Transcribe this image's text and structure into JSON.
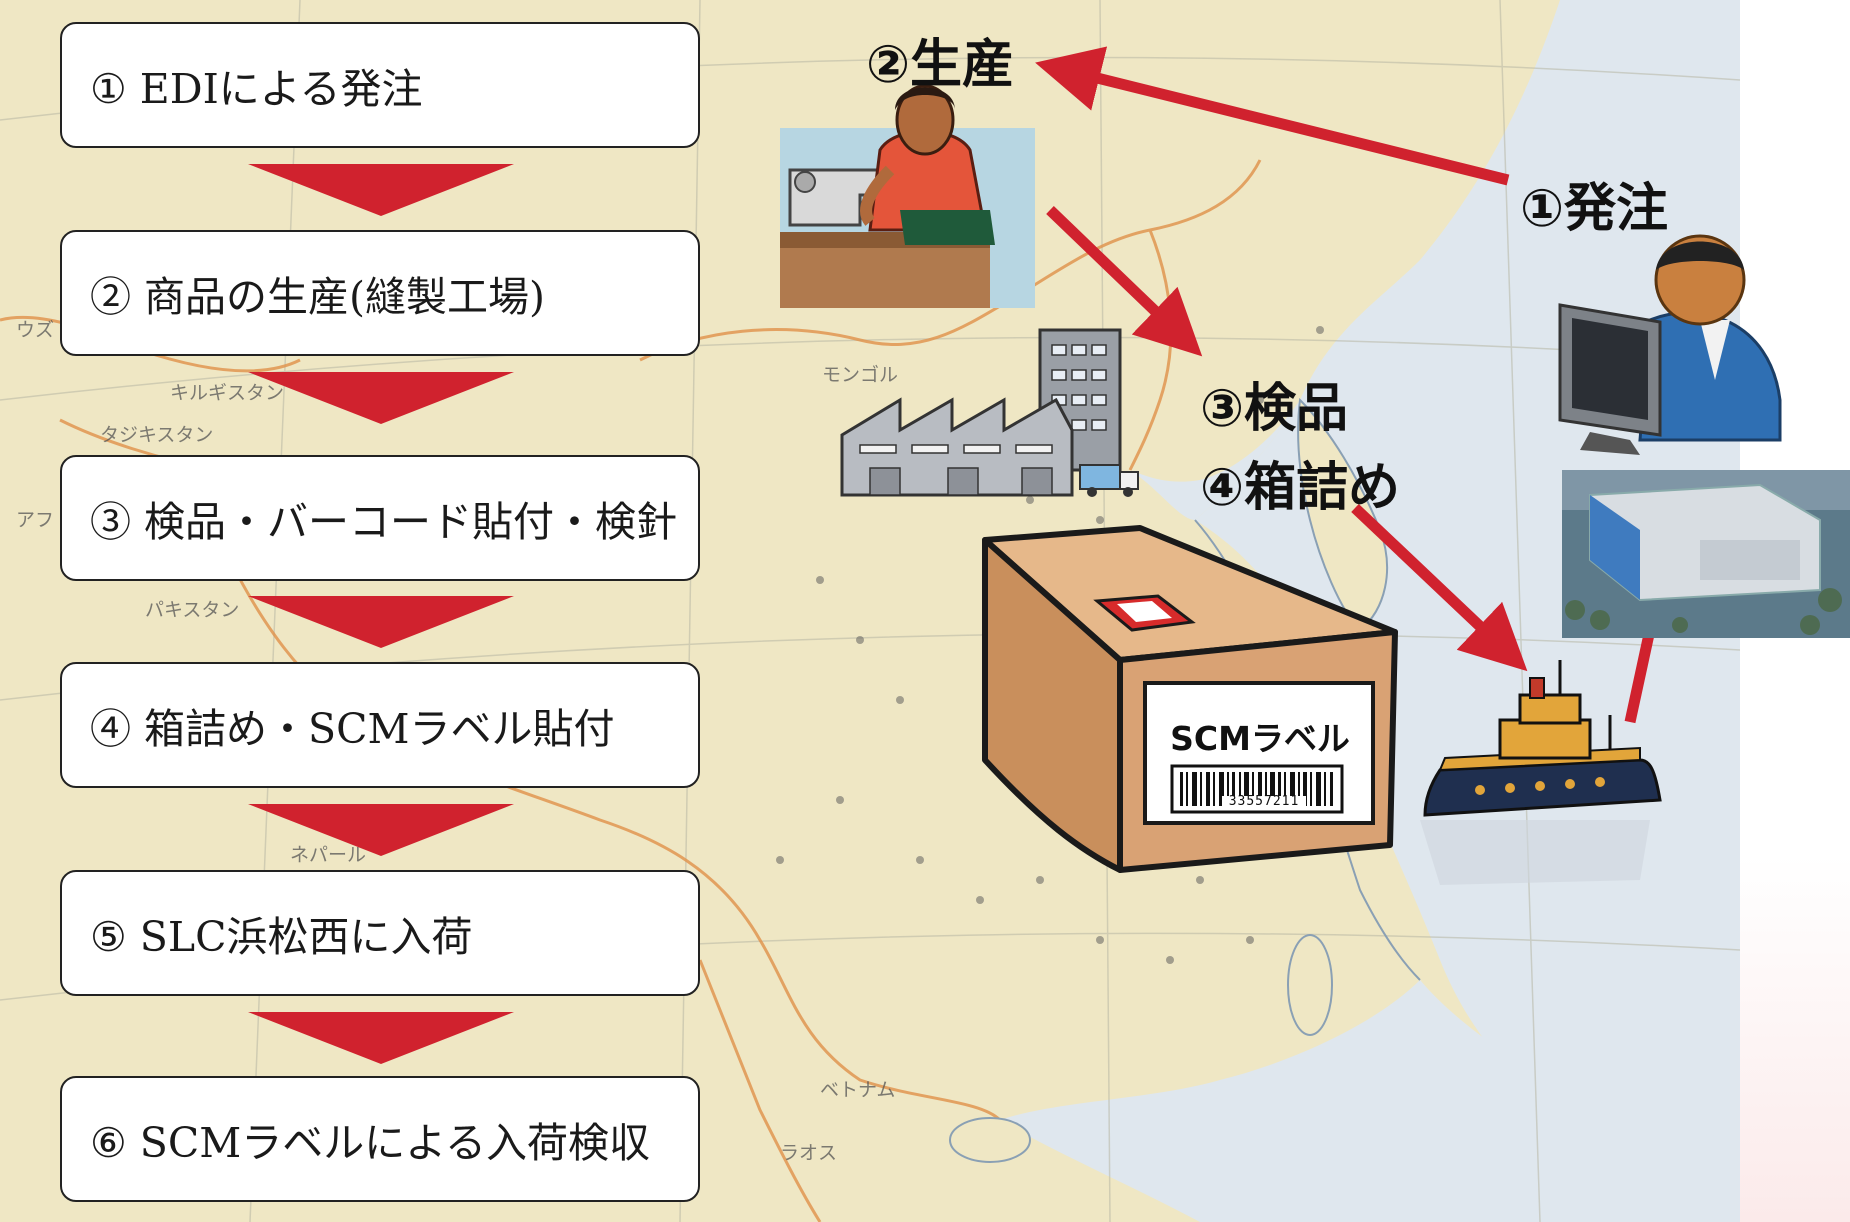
{
  "steps": [
    {
      "label": "① EDIによる発注"
    },
    {
      "label": "② 商品の生産(縫製工場)"
    },
    {
      "label": "③ 検品・バーコード貼付・検針"
    },
    {
      "label": "④ 箱詰め・SCMラベル貼付"
    },
    {
      "label": "⑤ SLC浜松西に入荷"
    },
    {
      "label": "⑥ SCMラベルによる入荷検収"
    }
  ],
  "labels": {
    "order": "①発注",
    "production": "②生産",
    "inspection": "③検品",
    "packing": "④箱詰め"
  },
  "box": {
    "label": "SCMラベル",
    "barcode": "33557211"
  },
  "map_labels": {
    "mongolia": "モンゴル",
    "kyrgyzstan": "キルギスタン",
    "tajikistan": "タジキスタン",
    "pakistan": "パキスタン",
    "nepal": "ネパール",
    "vietnam": "ベトナム",
    "laos": "ラオス",
    "uzbek": "ウズ",
    "afghan": "アフ"
  },
  "colors": {
    "arrow_red": "#d0222e",
    "map_land": "#efe7c4",
    "map_sea": "#dfe7ee",
    "border": "#e0914a"
  }
}
